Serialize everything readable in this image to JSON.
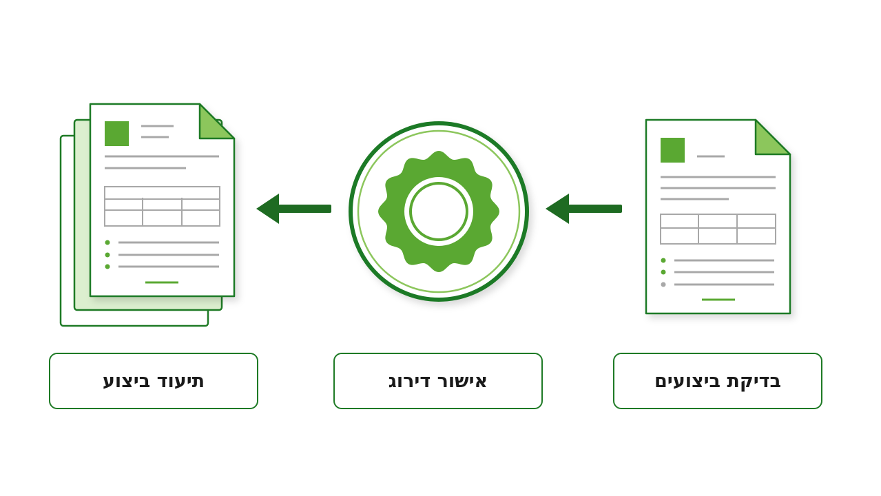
{
  "steps": [
    {
      "id": "performance-check",
      "label": "בדיקת ביצועים",
      "icon": "document-icon"
    },
    {
      "id": "rating-approval",
      "label": "אישור דירוג",
      "icon": "seal-badge-icon"
    },
    {
      "id": "performance-documentation",
      "label": "תיעוד ביצוע",
      "icon": "document-stack-icon"
    }
  ],
  "flow_direction": "right-to-left",
  "colors": {
    "primary_dark": "#1e7a25",
    "accent": "#5aa832",
    "light_fill": "#dcefcf",
    "line_gray": "#a8a8a8",
    "background": "#ffffff"
  }
}
